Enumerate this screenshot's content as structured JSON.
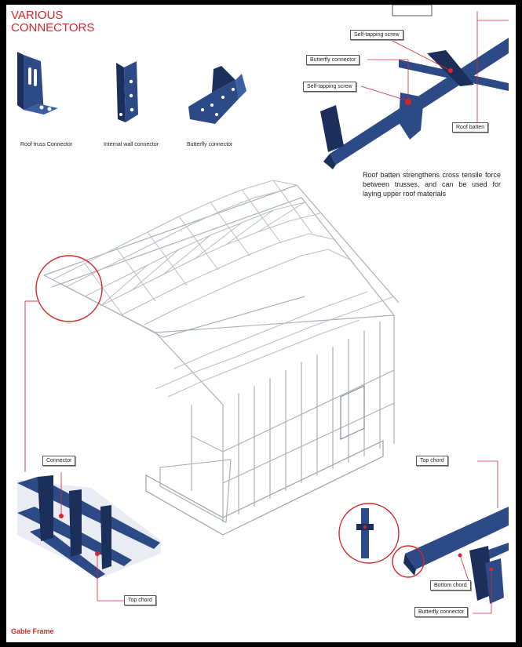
{
  "title": {
    "line1": "VARIOUS",
    "line2": "CONNECTORS"
  },
  "connectors": [
    {
      "label": "Roof truss Connector"
    },
    {
      "label": "Internal wall connector"
    },
    {
      "label": "Butterfly connector"
    }
  ],
  "top_detail": {
    "labels": [
      "Self-tapping screw",
      "Butterfly connector",
      "Self-tapping screw",
      "Roof batten"
    ]
  },
  "note": "Roof batten strengthens cross tensile force between trusses, and can be used for laying upper roof materials",
  "left_detail": {
    "labels": [
      "Connector",
      "Top chord"
    ]
  },
  "right_detail": {
    "labels": [
      "Top chord",
      "Bottom chord",
      "Butterfly connector"
    ]
  },
  "footer": "Gable Frame",
  "colors": {
    "accent": "#d8262b",
    "steel": "#2c4a86",
    "frame": "#aab0bb"
  }
}
